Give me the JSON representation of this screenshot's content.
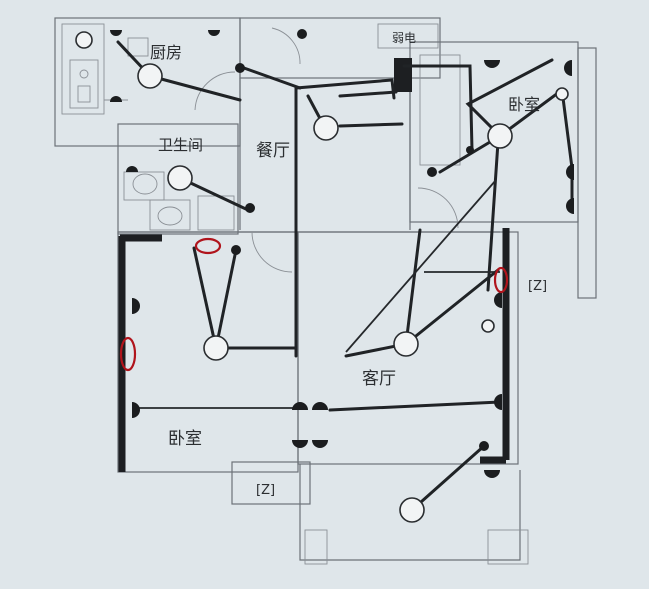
{
  "plan": {
    "rooms": {
      "kitchen": "厨房",
      "bathroom": "卫生间",
      "dining": "餐厅",
      "bedroom_right": "卧室",
      "living": "客厅",
      "bedroom_left": "卧室",
      "weak_current": "弱电"
    },
    "markers": {
      "ac_bottom": "[Z]",
      "ac_right": "[Z]"
    },
    "colors": {
      "background": "#dfe6ea",
      "wire": "#202326",
      "highlight": "#b0141c"
    }
  }
}
